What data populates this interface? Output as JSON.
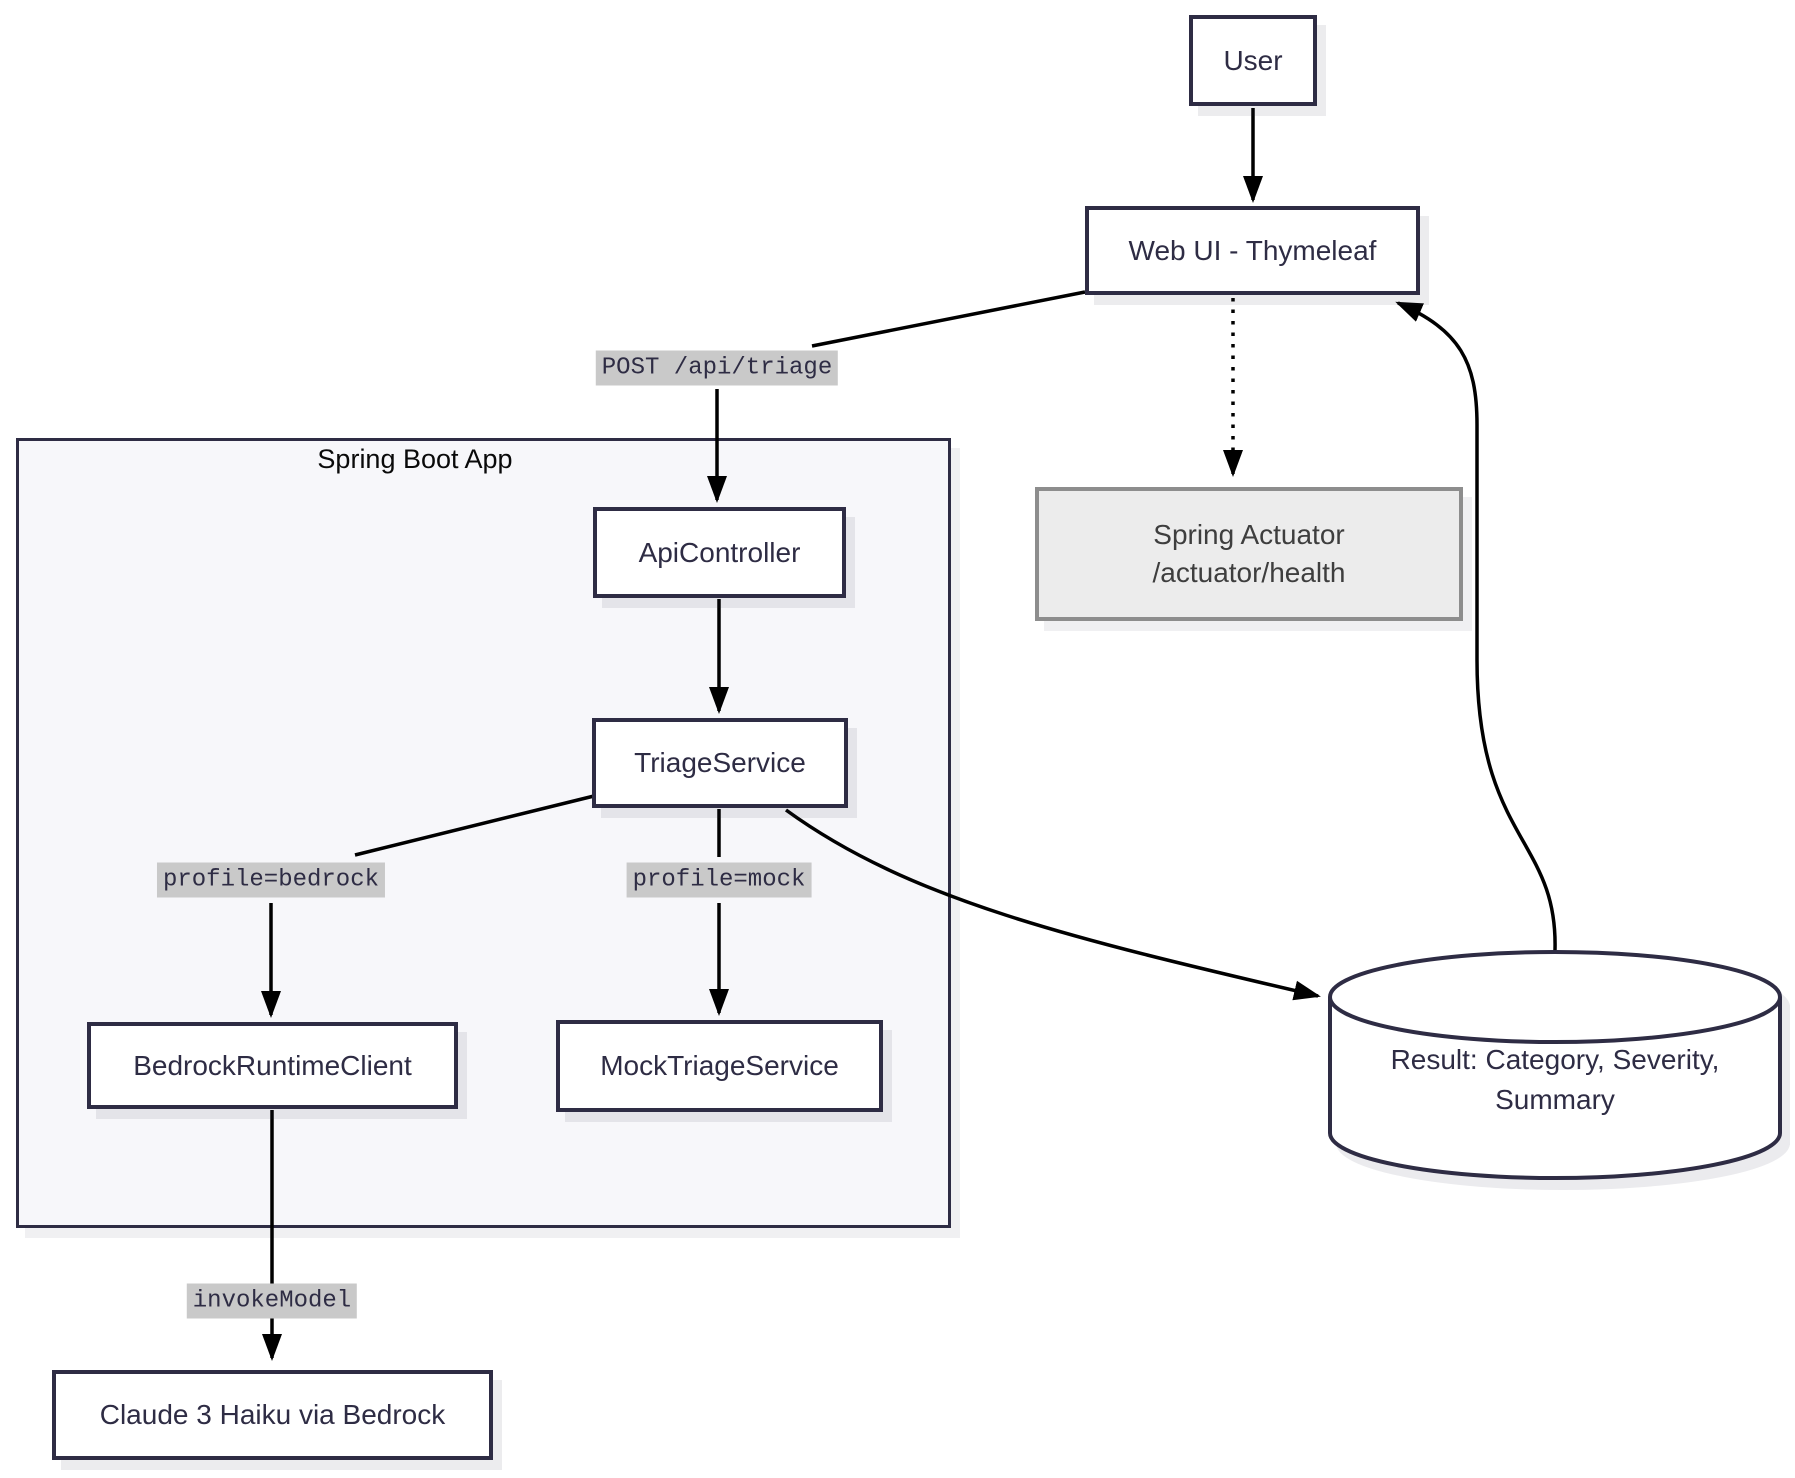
{
  "groups": {
    "spring_boot_app": {
      "label": "Spring Boot App"
    }
  },
  "nodes": {
    "user": {
      "label": "User"
    },
    "web_ui": {
      "label": "Web UI - Thymeleaf"
    },
    "api_controller": {
      "label": "ApiController"
    },
    "triage_service": {
      "label": "TriageService"
    },
    "bedrock_runtime_client": {
      "label": "BedrockRuntimeClient"
    },
    "mock_triage_service": {
      "label": "MockTriageService"
    },
    "spring_actuator": {
      "line1": "Spring Actuator",
      "line2": "/actuator/health"
    },
    "claude_model": {
      "label": "Claude 3 Haiku via Bedrock"
    },
    "result_store": {
      "line1": "Result: Category, Severity,",
      "line2": "Summary"
    }
  },
  "edge_labels": {
    "post_api_triage": "POST /api/triage",
    "profile_bedrock": "profile=bedrock",
    "profile_mock": "profile=mock",
    "invoke_model": "invokeModel"
  },
  "edges": [
    {
      "from": "User",
      "to": "Web UI - Thymeleaf",
      "style": "solid",
      "label": ""
    },
    {
      "from": "Web UI - Thymeleaf",
      "to": "ApiController",
      "style": "solid",
      "label": "POST /api/triage"
    },
    {
      "from": "ApiController",
      "to": "TriageService",
      "style": "solid",
      "label": ""
    },
    {
      "from": "TriageService",
      "to": "BedrockRuntimeClient",
      "style": "solid",
      "label": "profile=bedrock"
    },
    {
      "from": "TriageService",
      "to": "MockTriageService",
      "style": "solid",
      "label": "profile=mock"
    },
    {
      "from": "TriageService",
      "to": "Result store",
      "style": "solid",
      "label": ""
    },
    {
      "from": "BedrockRuntimeClient",
      "to": "Claude 3 Haiku via Bedrock",
      "style": "solid",
      "label": "invokeModel"
    },
    {
      "from": "Web UI - Thymeleaf",
      "to": "Spring Actuator /actuator/health",
      "style": "dotted",
      "label": ""
    },
    {
      "from": "Result store",
      "to": "Web UI - Thymeleaf",
      "style": "solid",
      "label": ""
    }
  ],
  "colors": {
    "node_border": "#2e2c44",
    "node_text": "#2e2c44",
    "node_fill": "#ffffff",
    "group_fill": "#f7f7fa",
    "edge_stroke": "#000000",
    "edge_label_bg": "#c9c9c9",
    "actuator_fill": "#ececec",
    "actuator_border": "#8d8d8d",
    "actuator_text": "#3e3e3e",
    "page_bg": "#ffffff"
  }
}
